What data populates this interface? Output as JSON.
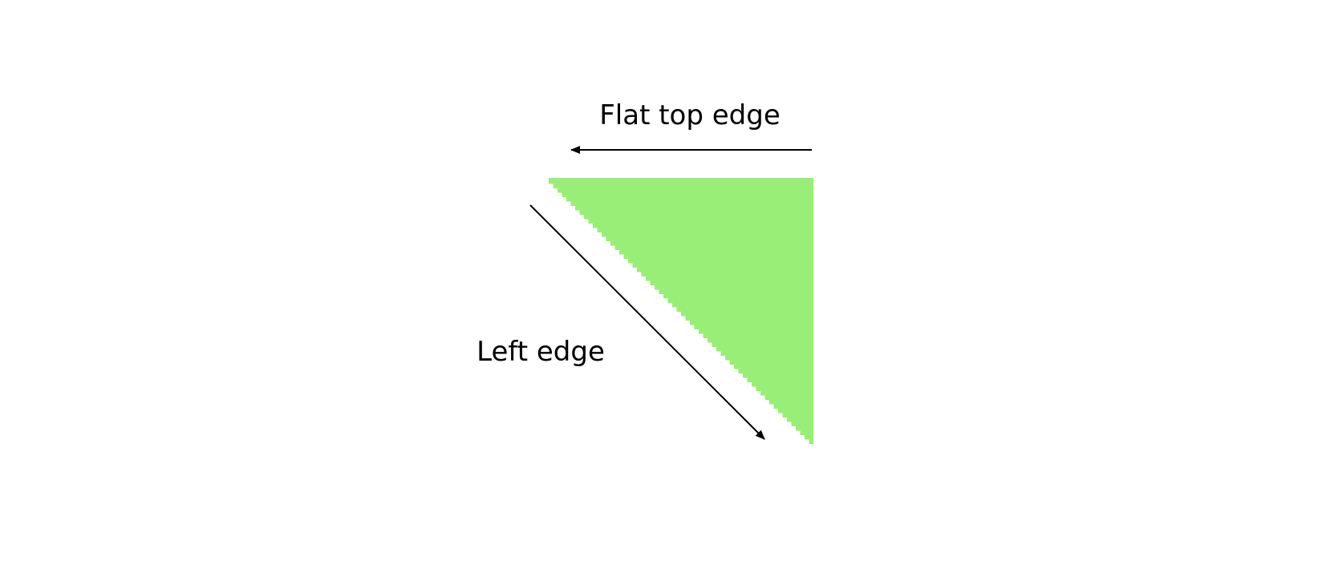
{
  "labels": {
    "top_edge": "Flat top edge",
    "left_edge": "Left edge"
  },
  "colors": {
    "triangle_fill": "#99ee77",
    "arrow_stroke": "#000000",
    "text": "#000000",
    "background": "#ffffff"
  },
  "shapes": {
    "triangle": "right-triangle-staircase-hypotenuse",
    "arrows": [
      "arrow-left",
      "arrow-down-right"
    ]
  }
}
